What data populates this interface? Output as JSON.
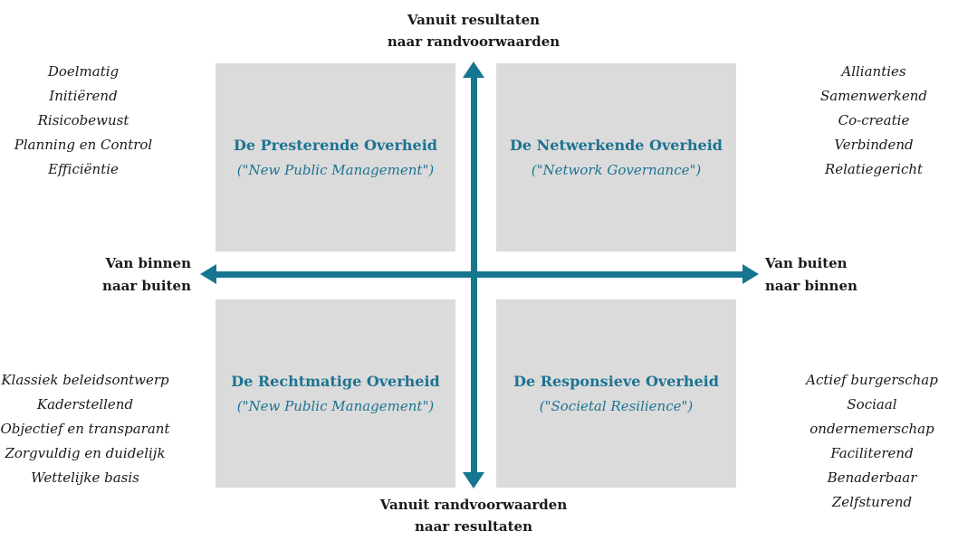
{
  "colors": {
    "accent_teal": "#16768F",
    "heading_teal": "#1D7391",
    "quadrant_gray": "#DBDBDC",
    "text_dark": "#1A1A1A"
  },
  "axis_labels": {
    "top": {
      "line1": "Vanuit resultaten",
      "line2": "naar randvoorwaarden"
    },
    "bottom": {
      "line1": "Vanuit randvoorwaarden",
      "line2": "naar resultaten"
    },
    "left": {
      "line1": "Van binnen",
      "line2": "naar buiten"
    },
    "right": {
      "line1": "Van buiten",
      "line2": "naar binnen"
    }
  },
  "quadrants": [
    {
      "id": "top-left",
      "title": "De Presterende Overheid",
      "subtitle": "(\"New Public Management\")"
    },
    {
      "id": "top-right",
      "title": "De Netwerkende Overheid",
      "subtitle": "(\"Network Governance\")"
    },
    {
      "id": "bottom-left",
      "title": "De Rechtmatige Overheid",
      "subtitle": "(\"New Public Management\")"
    },
    {
      "id": "bottom-right",
      "title": "De Responsieve Overheid",
      "subtitle": "(\"Societal Resilience\")"
    }
  ],
  "side_lists": {
    "left_top": [
      "Doelmatig",
      "Initiërend",
      "Risicobewust",
      "Planning en Control",
      "Efficiëntie"
    ],
    "left_bottom": [
      "Klassiek beleidsontwerp",
      "Kaderstellend",
      "Objectief en transparant",
      "Zorgvuldig en duidelijk",
      "Wettelijke basis"
    ],
    "right_top": [
      "Allianties",
      "Samenwerkend",
      "Co-creatie",
      "Verbindend",
      "Relatiegericht"
    ],
    "right_bottom": [
      "Actief burgerschap",
      "Sociaal ondernemerschap",
      "Faciliterend",
      "Benaderbaar",
      "Zelfsturend"
    ]
  }
}
